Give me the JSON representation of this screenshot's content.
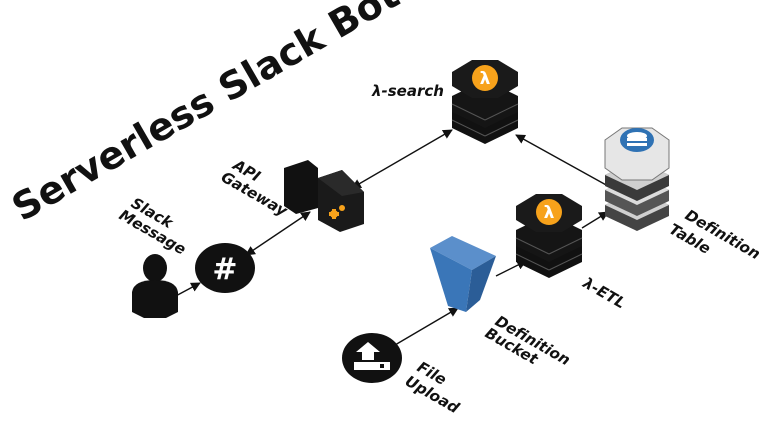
{
  "title": "Serverless Slack Bot",
  "labels": {
    "lambda_search": "λ-search",
    "api_gateway_1": "API",
    "api_gateway_2": "Gateway",
    "slack_message_1": "Slack",
    "slack_message_2": "Message",
    "definition_table_1": "Definition",
    "definition_table_2": "Table",
    "lambda_etl": "λ-ETL",
    "definition_bucket_1": "Definition",
    "definition_bucket_2": "Bucket",
    "file_upload_1": "File",
    "file_upload_2": "Upload"
  },
  "icons": {
    "lambda_glyph": "λ",
    "slack_glyph": "#"
  },
  "colors": {
    "lambda_orange": "#f7a21b",
    "bucket_blue": "#3a76b8",
    "table_blue": "#2f72b4",
    "node_dark": "#1a1a1a"
  }
}
